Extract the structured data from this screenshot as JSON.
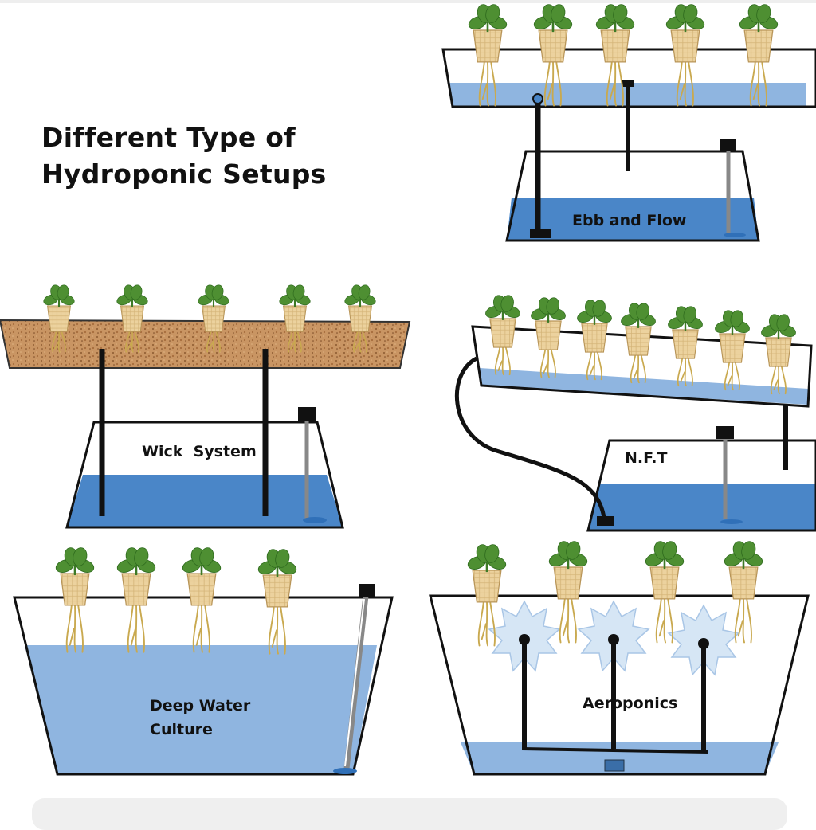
{
  "title": {
    "line1": "Different Type of",
    "line2": "Hydroponic Setups"
  },
  "systems": {
    "ebb_flow": {
      "label": "Ebb and Flow"
    },
    "wick": {
      "label": "Wick  System"
    },
    "nft": {
      "label": "N.F.T"
    },
    "dwc": {
      "label_line1": "Deep Water",
      "label_line2": "Culture"
    },
    "aeroponics": {
      "label": "Aeroponics"
    }
  },
  "colors": {
    "water": "#4a86c8",
    "water_light": "#8fb5e0",
    "leaf": "#4e8f32",
    "pot": "#ecd29e",
    "root": "#c9a94f",
    "medium": "#c99563",
    "mist": "#d6e6f5"
  }
}
